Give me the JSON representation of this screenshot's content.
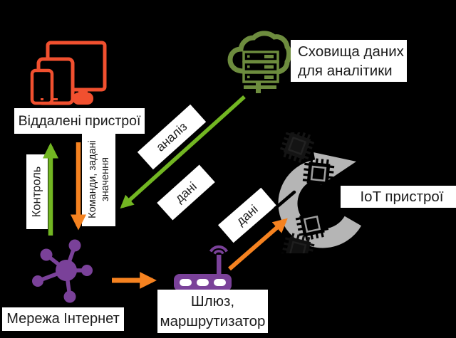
{
  "title": "IoT architecture diagram",
  "nodes": {
    "remote_devices": {
      "label": "Віддалені пристрої"
    },
    "cloud_storage": {
      "line1": "Сховища даних",
      "line2": "для аналітики"
    },
    "iot_devices": {
      "label": "IoT пристрої"
    },
    "internet": {
      "label": "Мережа Інтернет"
    },
    "gateway": {
      "line1": "Шлюз,",
      "line2": "маршрутизатор"
    }
  },
  "edges": {
    "control": {
      "label": "Контроль",
      "color": "#72b622",
      "direction": "up"
    },
    "commands": {
      "line1": "Команди, задані",
      "line2": "значення",
      "color": "#f58220",
      "direction": "down"
    },
    "analysis": {
      "label": "аналіз",
      "color": "#72b622",
      "from": "cloud_storage",
      "to": "internet"
    },
    "data_cloud": {
      "label": "дані"
    },
    "data_gateway": {
      "label": "дані",
      "color": "#f58220",
      "from": "gateway",
      "to": "iot_devices"
    },
    "internet_to_gateway": {
      "color": "#f58220"
    }
  },
  "icons": {
    "remote_devices": "devices-icon",
    "cloud_storage": "cloud-server-icon",
    "internet": "network-hub-icon",
    "gateway": "router-icon",
    "iot_devices": "cycle-chip-icon"
  },
  "colors": {
    "background": "#000000",
    "device_orange": "#f1502f",
    "arrow_green": "#72b622",
    "arrow_orange": "#f58220",
    "purple": "#7a4199",
    "olive_green": "#6d8c3e",
    "cycle_gray": "#b5b5b5",
    "label_bg": "#ffffff",
    "label_text": "#1c1c1c"
  }
}
